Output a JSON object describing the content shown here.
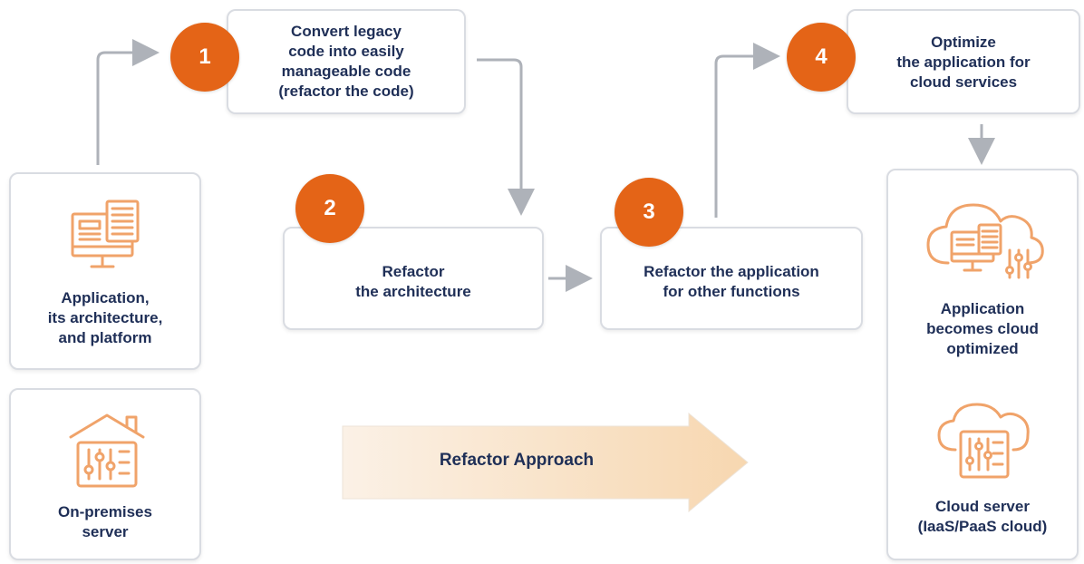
{
  "step1": {
    "number": "1",
    "text": "Convert legacy\ncode into easily\nmanageable code\n(refactor the code)"
  },
  "step2": {
    "number": "2",
    "text": "Refactor\nthe architecture"
  },
  "step3": {
    "number": "3",
    "text": "Refactor the application\nfor other functions"
  },
  "step4": {
    "number": "4",
    "text": "Optimize\nthe application for\ncloud services"
  },
  "left_app": {
    "text": "Application,\nits architecture,\nand platform",
    "icon": "application-monitor-icon"
  },
  "left_server": {
    "text": "On-premises\nserver",
    "icon": "on-premises-server-icon"
  },
  "right_app": {
    "text": "Application\nbecomes cloud\noptimized",
    "icon": "cloud-application-icon"
  },
  "right_server": {
    "text": "Cloud server\n(IaaS/PaaS cloud)",
    "icon": "cloud-server-icon"
  },
  "approach": {
    "label": "Refactor Approach"
  },
  "colors": {
    "accent": "#e46417",
    "text": "#1f2f57",
    "border": "#d9dce2",
    "arrow": "#aeb2b9",
    "icon": "#f0a36a"
  }
}
